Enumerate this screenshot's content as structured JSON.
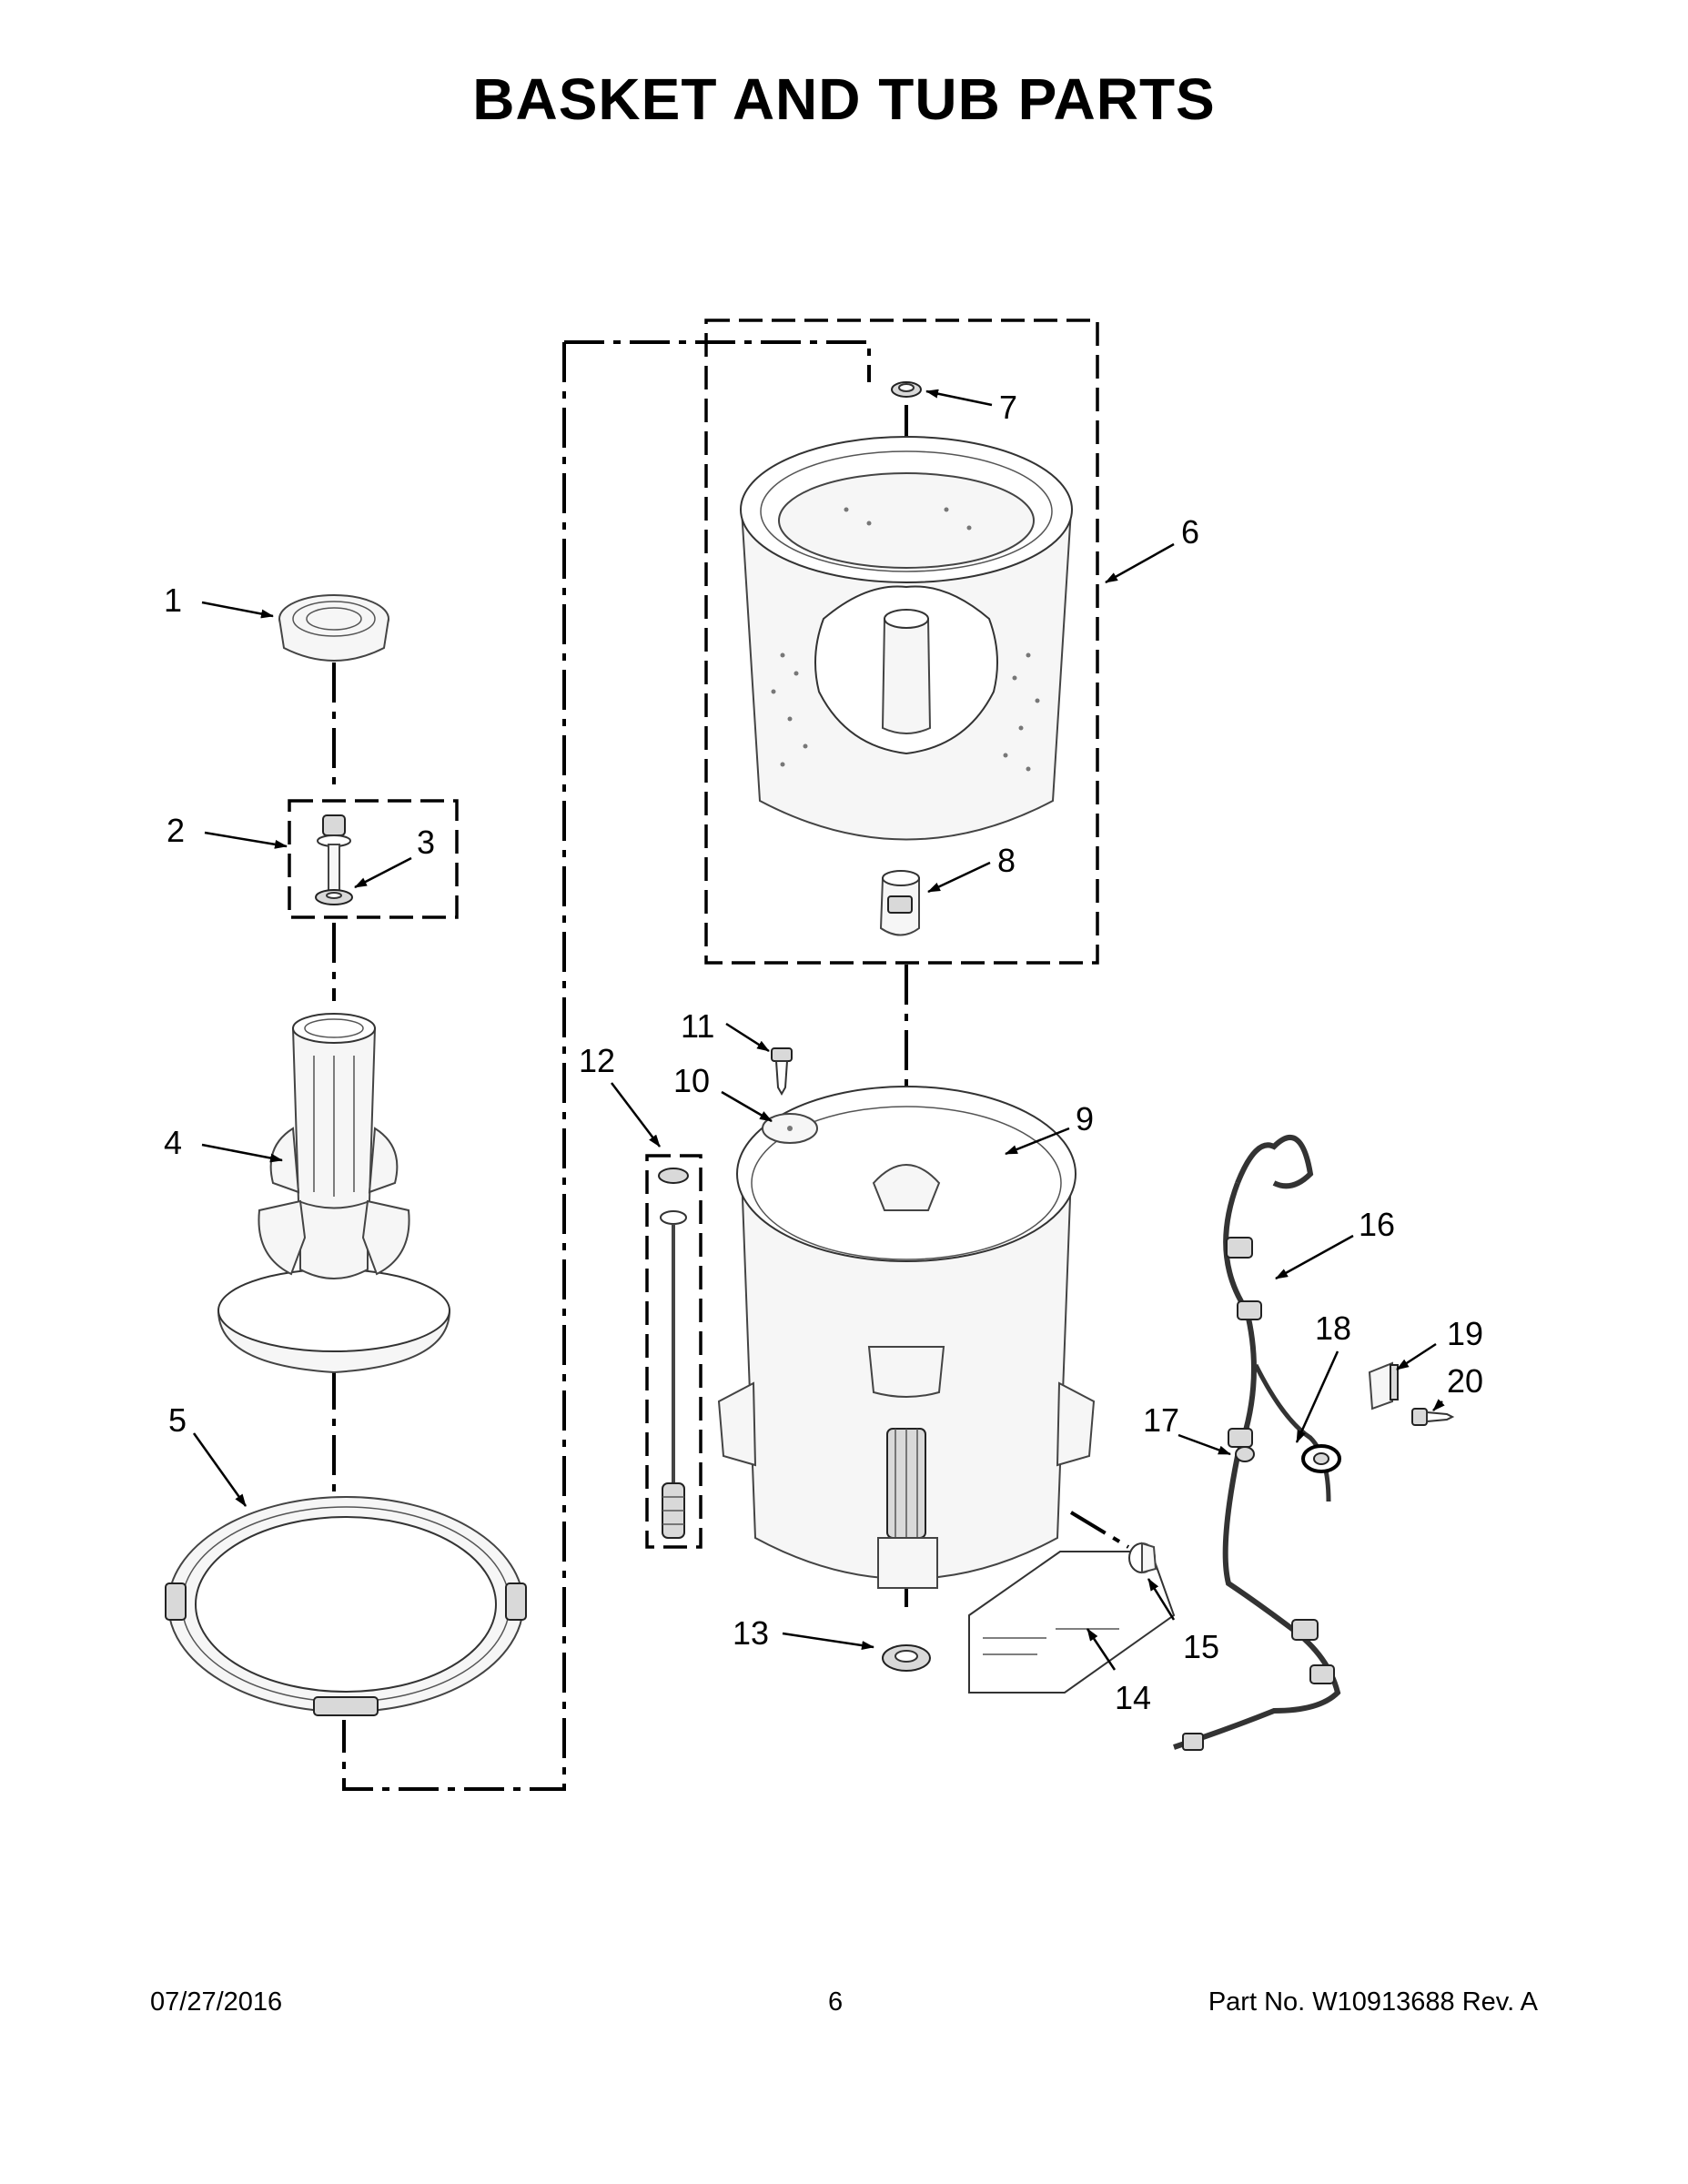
{
  "page": {
    "title": "BASKET AND TUB PARTS",
    "date": "07/27/2016",
    "page_number": "6",
    "part_number": "Part No.  W10913688  Rev.  A"
  },
  "callouts": [
    "1",
    "2",
    "3",
    "4",
    "5",
    "6",
    "7",
    "8",
    "9",
    "10",
    "11",
    "12",
    "13",
    "14",
    "15",
    "16",
    "17",
    "18",
    "19",
    "20"
  ],
  "colors": {
    "line": "#000000",
    "part_fill": "#ffffff",
    "shade": "#d9d9d9"
  }
}
